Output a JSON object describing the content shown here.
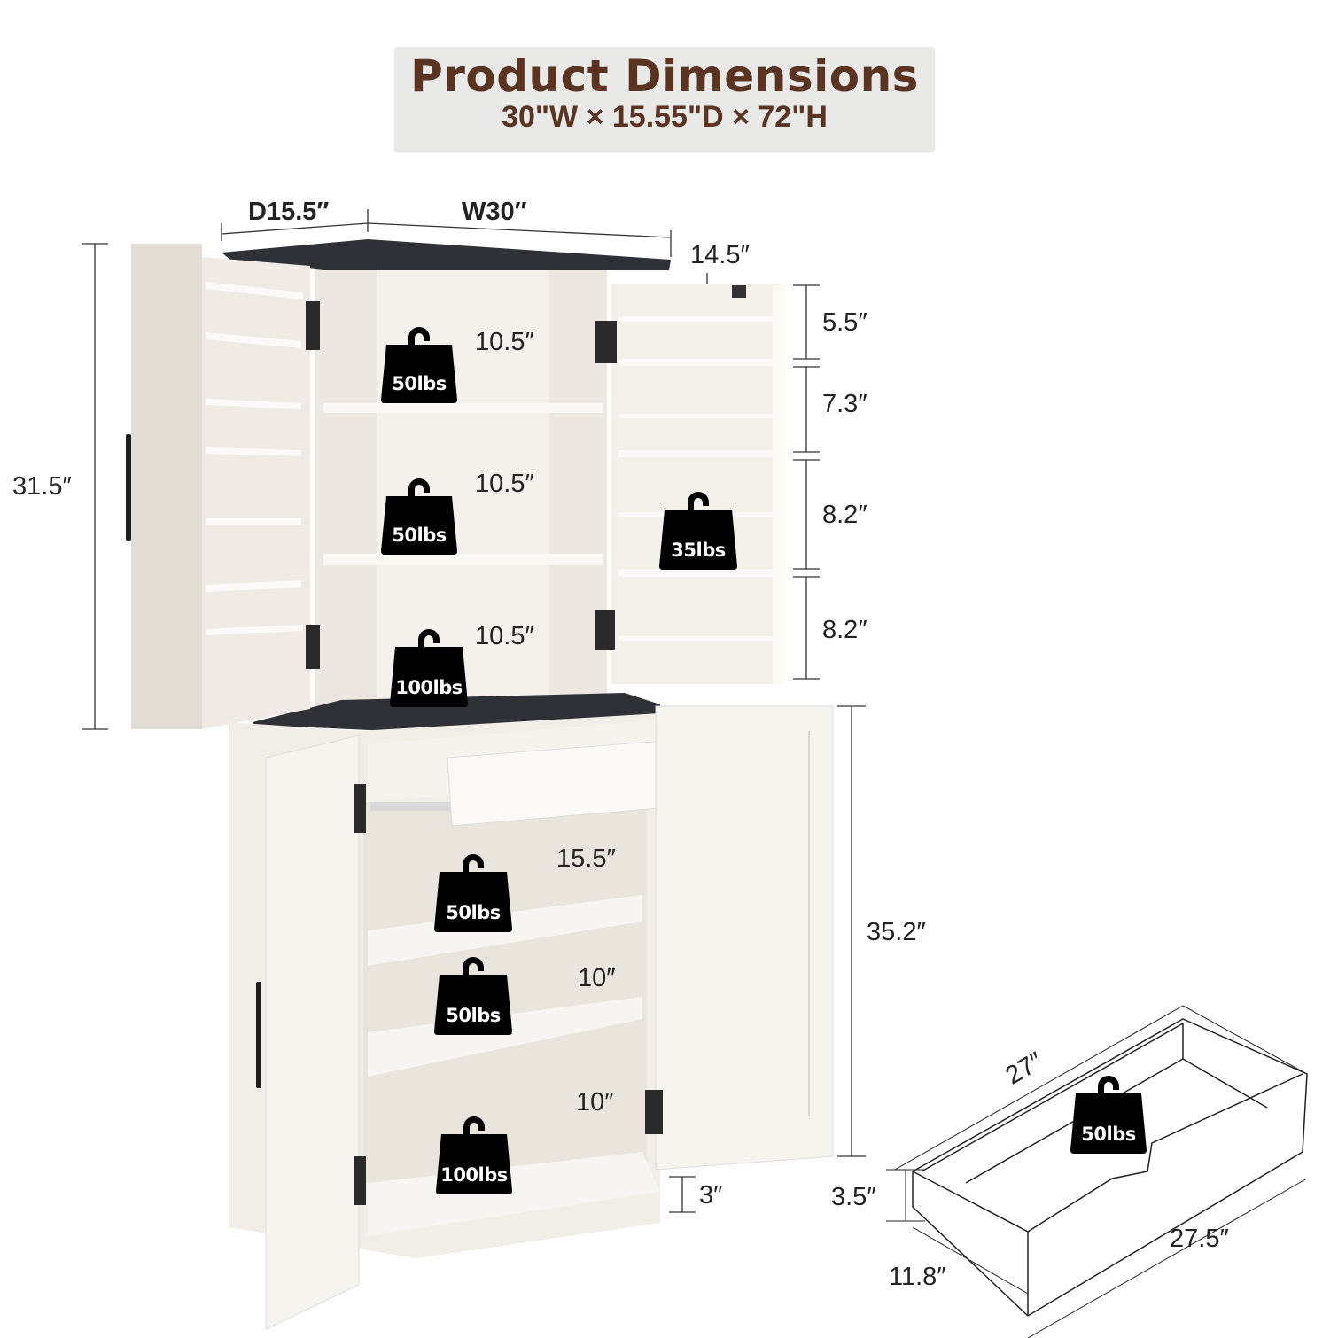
{
  "header": {
    "title": "Product Dimensions",
    "subtitle": "30\"W × 15.55\"D × 72\"H"
  },
  "colors": {
    "title_text": "#5a3321",
    "title_bg": "#e9e9e8",
    "cabinet_body": "#f2efe9",
    "countertop": "#2f3136",
    "weight_badge": "#000000"
  },
  "top_dimensions": {
    "depth": "D15.5″",
    "width": "W30″",
    "upper_height": "31.5″",
    "door_depth": "14.5″"
  },
  "upper_door_shelves": {
    "gaps": [
      "5.5″",
      "7.3″",
      "8.2″",
      "8.2″"
    ],
    "weight": "35lbs"
  },
  "upper_cabinet_shelves": [
    {
      "height": "10.5″",
      "weight": "50lbs"
    },
    {
      "height": "10.5″",
      "weight": "50lbs"
    },
    {
      "height": "10.5″",
      "weight": "100lbs"
    }
  ],
  "lower_cabinet": {
    "height": "35.2″",
    "base_height": "3″",
    "shelves": [
      {
        "height": "15.5″",
        "weight": "50lbs"
      },
      {
        "height": "10″",
        "weight": "50lbs"
      },
      {
        "height": "10″",
        "weight": "100lbs"
      }
    ]
  },
  "drawer": {
    "length_top": "27″",
    "length_side": "27.5″",
    "height": "3.5″",
    "depth": "11.8″",
    "weight": "50lbs"
  }
}
